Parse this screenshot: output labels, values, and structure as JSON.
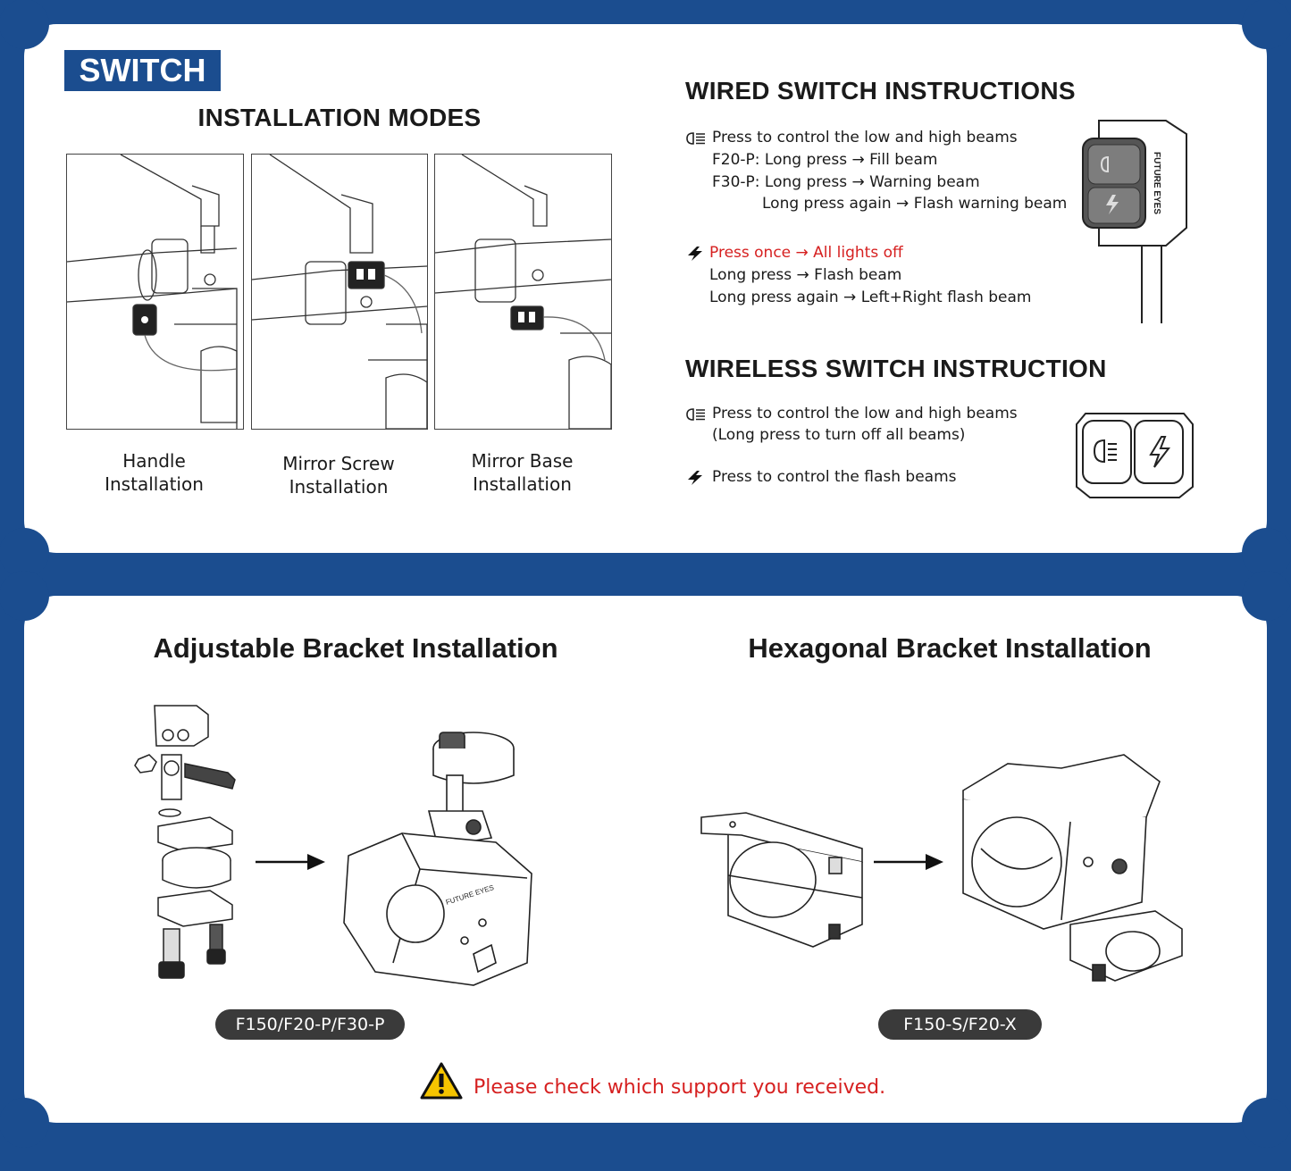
{
  "switch_tag": "SWITCH",
  "installation_modes": {
    "title": "INSTALLATION MODES",
    "modes": [
      {
        "line1": "Handle",
        "line2": "Installation"
      },
      {
        "line1": "Mirror Screw",
        "line2": "Installation"
      },
      {
        "line1": "Mirror Base",
        "line2": "Installation"
      }
    ]
  },
  "wired": {
    "title": "WIRED SWITCH INSTRUCTIONS",
    "beam_lines": [
      "Press to control the low and high beams",
      "F20-P: Long press → Fill beam",
      "F30-P: Long press → Warning beam",
      "Long press again → Flash warning beam"
    ],
    "flash_lines": [
      "Press once → All lights off",
      "Long press → Flash beam",
      "Long press again → Left+Right flash beam"
    ],
    "switch_brand": "FUTURE EYES"
  },
  "wireless": {
    "title": "WIRELESS SWITCH INSTRUCTION",
    "beam_lines": [
      "Press to control the low and high beams",
      "(Long press to turn off all beams)"
    ],
    "flash_line": "Press to control the flash beams"
  },
  "adjustable": {
    "title": "Adjustable Bracket Installation",
    "model": "F150/F20-P/F30-P",
    "light_brand": "FUTURE EYES"
  },
  "hexagonal": {
    "title": "Hexagonal Bracket Installation",
    "model": "F150-S/F20-X"
  },
  "notice": "Please check which support you received.",
  "colors": {
    "brand_blue": "#1b4d8f",
    "warning_red": "#d62020",
    "pill_dark": "#3a3a3a",
    "warning_yellow": "#f5c400"
  },
  "icons": [
    "headlight-icon",
    "lightning-icon",
    "warning-icon",
    "arrow-right-icon"
  ]
}
